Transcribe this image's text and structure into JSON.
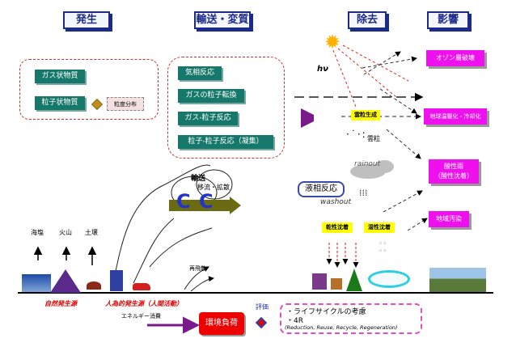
{
  "headers": {
    "generation": "発生",
    "transport": "輸送・変質",
    "removal": "除去",
    "impact": "影響"
  },
  "generation_box": {
    "gas": "ガス状物質",
    "particle": "粒子状物質",
    "size_dist": "粒度分布"
  },
  "transport_box": {
    "items": [
      "気相反応",
      "ガスの粒子転換",
      "ガス-粒子反応",
      "粒子-粒子反応（凝集）"
    ]
  },
  "removal": {
    "hv": "hν",
    "cloud_formation": "雲粒生成",
    "clouds": "雲粒",
    "rainout": "rainout",
    "liquid_reaction": "液相反応",
    "washout": "washout",
    "dry_deposition": "乾性沈着",
    "wet_deposition": "湿性沈着"
  },
  "impacts": [
    "オゾン層破壊",
    "地球温暖化・冷却化",
    "酸性雨\n（酸性沈着）",
    "地域汚染"
  ],
  "transport_labels": {
    "transport": "輸送",
    "advection": "移流・拡散",
    "resuspension": "再飛散"
  },
  "sources": {
    "sea_salt": "海塩",
    "volcano": "火山",
    "soil": "土壌",
    "natural": "自然発生源",
    "anthropogenic": "人為的発生源（人間活動）"
  },
  "bottom": {
    "energy": "エネルギー消費",
    "env_load": "環境負荷",
    "evaluation": "評価",
    "note1": "・ライフサイクルの考慮",
    "note2": "・4R",
    "note3": "(Reduction, Reuse, Recycle, Regeneration)"
  },
  "colors": {
    "teal": "#16786a",
    "magenta": "#ee11ee",
    "navy": "#1c2a8a",
    "yellow": "#ffff00",
    "red": "#ee0000",
    "purple": "#7a1a8a",
    "olive": "#6b6b12"
  }
}
